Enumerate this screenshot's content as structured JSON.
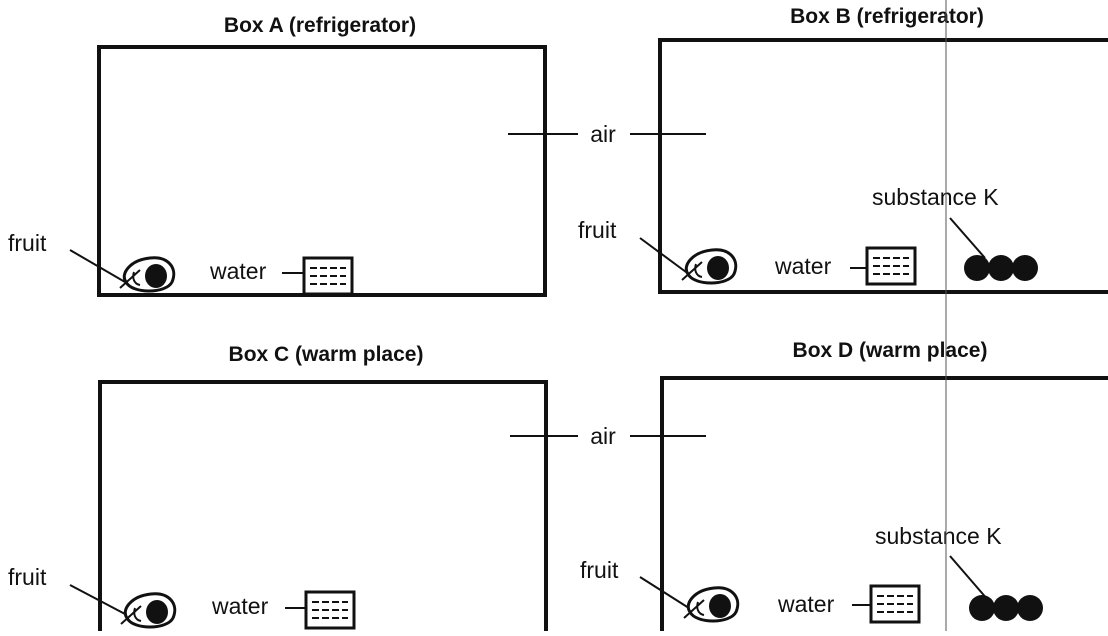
{
  "boxes": {
    "a": {
      "title": "Box A (refrigerator)",
      "fruit_label": "fruit",
      "water_label": "water"
    },
    "b": {
      "title": "Box B (refrigerator)",
      "fruit_label": "fruit",
      "water_label": "water",
      "substance_label": "substance K"
    },
    "c": {
      "title": "Box C (warm place)",
      "fruit_label": "fruit",
      "water_label": "water"
    },
    "d": {
      "title": "Box D (warm place)",
      "fruit_label": "fruit",
      "water_label": "water",
      "substance_label": "substance K"
    }
  },
  "air_label_top": "air",
  "air_label_bottom": "air",
  "colors": {
    "ink": "#111111",
    "background": "#ffffff"
  }
}
